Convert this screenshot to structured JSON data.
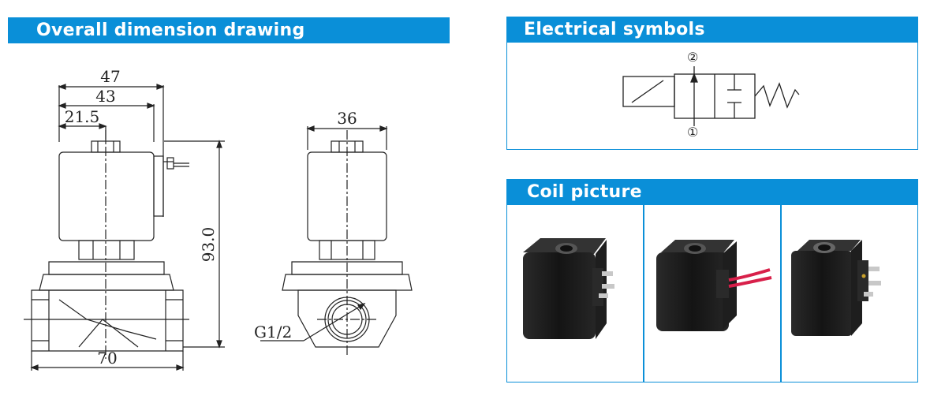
{
  "sections": {
    "dimension": {
      "title": "Overall dimension drawing",
      "dims": {
        "w47": "47",
        "w43": "43",
        "w21": "21.5",
        "w36": "36",
        "h93": "93.0",
        "w70": "70",
        "thread": "G1/2"
      }
    },
    "electrical": {
      "title": "Electrical symbols",
      "port_top": "②",
      "port_bottom": "①"
    },
    "coil": {
      "title": "Coil picture",
      "images": [
        "coil-with-spade-terminals",
        "coil-with-red-lead-wires",
        "coil-with-spade-terminals-angled"
      ]
    }
  },
  "colors": {
    "accent": "#0a8fd8",
    "coil_body": "#1c1c1c",
    "wire": "#d8204a"
  }
}
